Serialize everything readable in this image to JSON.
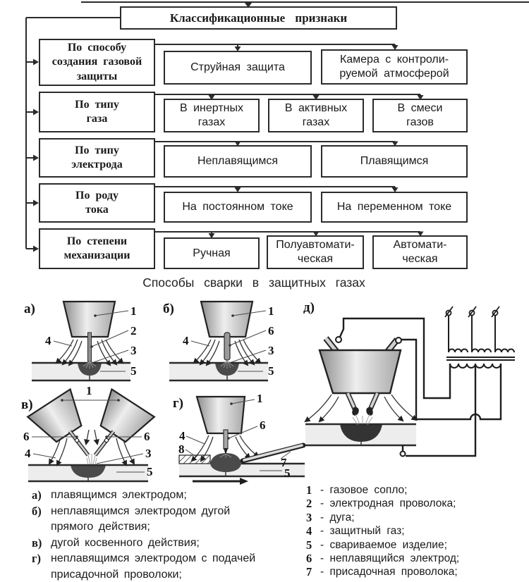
{
  "style": {
    "ink": "#1a1a1a",
    "box_border": "#2b2b2b",
    "plate_fill": "#ececec",
    "pool_fill": "#4a4a4a"
  },
  "flowchart": {
    "title": "Классификационные  признаки",
    "rows": [
      {
        "category": "По способу\nсоздания газовой\nзащиты",
        "children": [
          "Струйная защита",
          "Камера с контроли-\nруемой атмосферой"
        ]
      },
      {
        "category": "По типу\nгаза",
        "children": [
          "В инертных\nгазах",
          "В активных\nгазах",
          "В смеси\nгазов"
        ]
      },
      {
        "category": "По типу\nэлектрода",
        "children": [
          "Неплавящимся",
          "Плавящимся"
        ]
      },
      {
        "category": "По роду\nтока",
        "children": [
          "На постоянном токе",
          "На переменном токе"
        ]
      },
      {
        "category": "По степени\nмеханизации",
        "children": [
          "Ручная",
          "Полуавтомати-\nческая",
          "Автомати-\nческая"
        ]
      }
    ]
  },
  "section": {
    "caption": "Способы  сварки  в  защитных  газах"
  },
  "figures": {
    "a": {
      "letter": "а)",
      "n1": "1",
      "n2": "2",
      "n3": "3",
      "n4": "4",
      "n5": "5"
    },
    "b": {
      "letter": "б)",
      "n1": "1",
      "n6": "6",
      "n3": "3",
      "n4": "4",
      "n5": "5"
    },
    "v": {
      "letter": "в)",
      "n1": "1",
      "n6l": "6",
      "n6r": "6",
      "n4": "4",
      "n3": "3",
      "n5": "5"
    },
    "g": {
      "letter": "г)",
      "n1": "1",
      "n6": "6",
      "n4": "4",
      "n8": "8",
      "n7": "7",
      "n5": "5"
    },
    "d": {
      "letter": "д)"
    }
  },
  "notes": {
    "items": [
      {
        "marker": "а)",
        "text": "плавящимся  электродом;"
      },
      {
        "marker": "б)",
        "text": "неплавящимся  электродом  дугой\nпрямого  действия;"
      },
      {
        "marker": "в)",
        "text": "дугой  косвенного  действия;"
      },
      {
        "marker": "г)",
        "text": "неплавящимся  электродом  с  подачей\nприсадочной  проволоки;"
      }
    ]
  },
  "legend": {
    "items": [
      {
        "num": "1",
        "text": "-  газовое  сопло;"
      },
      {
        "num": "2",
        "text": "-  электродная  проволока;"
      },
      {
        "num": "3",
        "text": "-  дуга;"
      },
      {
        "num": "4",
        "text": "-  защитный  газ;"
      },
      {
        "num": "5",
        "text": "-  свариваемое  изделие;"
      },
      {
        "num": "6",
        "text": "-  неплавящийся  электрод;"
      },
      {
        "num": "7",
        "text": "-  присадочная  проволока;"
      }
    ]
  }
}
